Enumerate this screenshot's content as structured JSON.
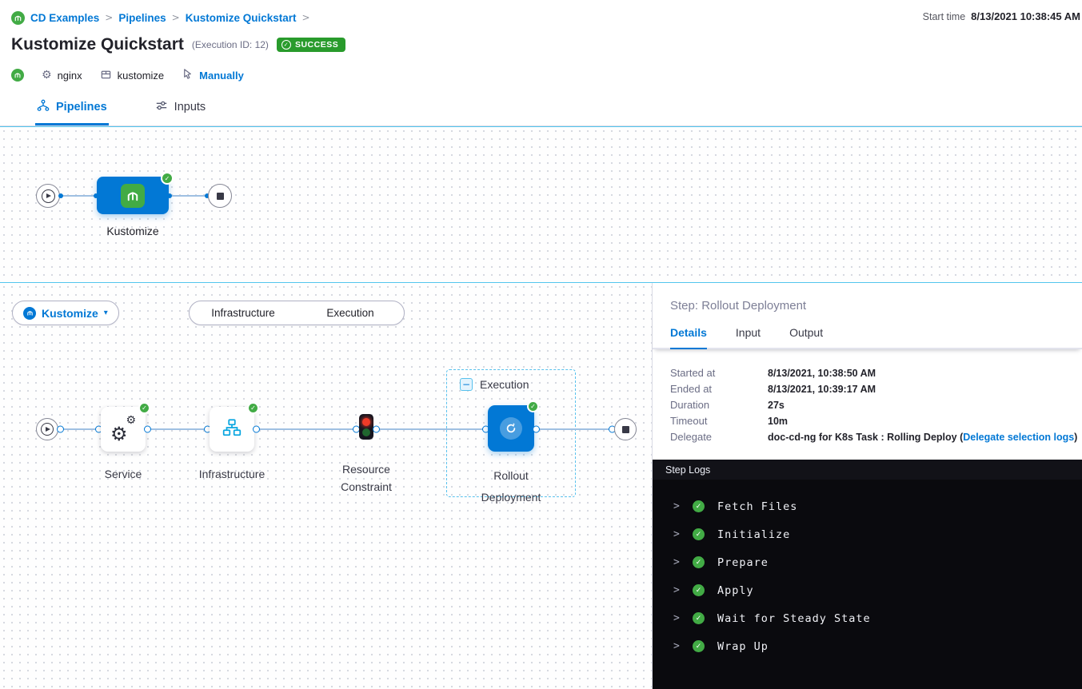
{
  "colors": {
    "accent": "#0278d5",
    "success_green": "#42ab45",
    "badge_green": "#299b2c",
    "canvas_border": "#53c6ee",
    "log_background": "#0a0a0e"
  },
  "icons": {
    "check": "✓",
    "breadcrumb_separator": ">",
    "caret_down": "▾",
    "minus": "−",
    "gear": "⚙",
    "log_chevron": ">"
  },
  "header": {
    "breadcrumb": [
      {
        "label": "CD Examples"
      },
      {
        "label": "Pipelines"
      },
      {
        "label": "Kustomize Quickstart"
      }
    ],
    "start_time_label": "Start time",
    "start_time_value": "8/13/2021 10:38:45 AM",
    "title": "Kustomize Quickstart",
    "execution_id": "(Execution ID: 12)",
    "status": "SUCCESS",
    "service": "nginx",
    "artifact": "kustomize",
    "trigger": "Manually"
  },
  "tabs": {
    "pipelines": "Pipelines",
    "inputs": "Inputs"
  },
  "stage_canvas": {
    "stage_label": "Kustomize"
  },
  "exec_canvas": {
    "stage_selector": "Kustomize",
    "toggle_infrastructure": "Infrastructure",
    "toggle_execution": "Execution",
    "node_service": "Service",
    "node_infrastructure": "Infrastructure",
    "node_resource_constraint": "Resource Constraint",
    "group_label": "Execution",
    "node_rollout": "Rollout Deployment"
  },
  "panel": {
    "title": "Step: Rollout Deployment",
    "tabs": [
      "Details",
      "Input",
      "Output"
    ],
    "rows": [
      {
        "label": "Started at",
        "value": "8/13/2021, 10:38:50 AM"
      },
      {
        "label": "Ended at",
        "value": "8/13/2021, 10:39:17 AM"
      },
      {
        "label": "Duration",
        "value": "27s"
      },
      {
        "label": "Timeout",
        "value": "10m"
      }
    ],
    "delegate_label": "Delegate",
    "delegate_value_prefix": "doc-cd-ng for K8s Task : Rolling Deploy (",
    "delegate_link": "Delegate selection logs",
    "delegate_value_suffix": ")",
    "logs": {
      "title": "Step Logs",
      "entries": [
        "Fetch Files",
        "Initialize",
        "Prepare",
        "Apply",
        "Wait for Steady State",
        "Wrap Up"
      ]
    }
  }
}
